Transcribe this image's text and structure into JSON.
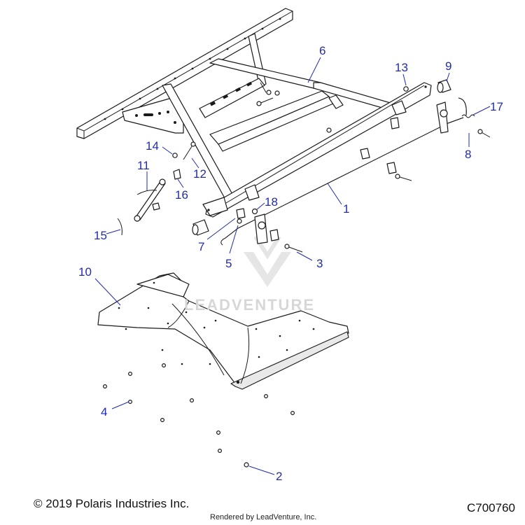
{
  "callouts": [
    {
      "label": "1"
    },
    {
      "label": "2"
    },
    {
      "label": "3"
    },
    {
      "label": "4"
    },
    {
      "label": "5"
    },
    {
      "label": "6"
    },
    {
      "label": "7"
    },
    {
      "label": "8"
    },
    {
      "label": "9"
    },
    {
      "label": "10"
    },
    {
      "label": "11"
    },
    {
      "label": "12"
    },
    {
      "label": "13"
    },
    {
      "label": "14"
    },
    {
      "label": "15"
    },
    {
      "label": "16"
    },
    {
      "label": "17"
    },
    {
      "label": "18"
    }
  ],
  "footer": {
    "copyright": "© 2019 Polaris Industries Inc.",
    "drawing_id": "C700760",
    "rendered_by": "Rendered by LeadVenture, Inc."
  },
  "watermark": "LEADVENTURE",
  "colors": {
    "callout": "#1f2bb3",
    "line": "#1a1a1a",
    "watermark": "#d7d7d7"
  }
}
